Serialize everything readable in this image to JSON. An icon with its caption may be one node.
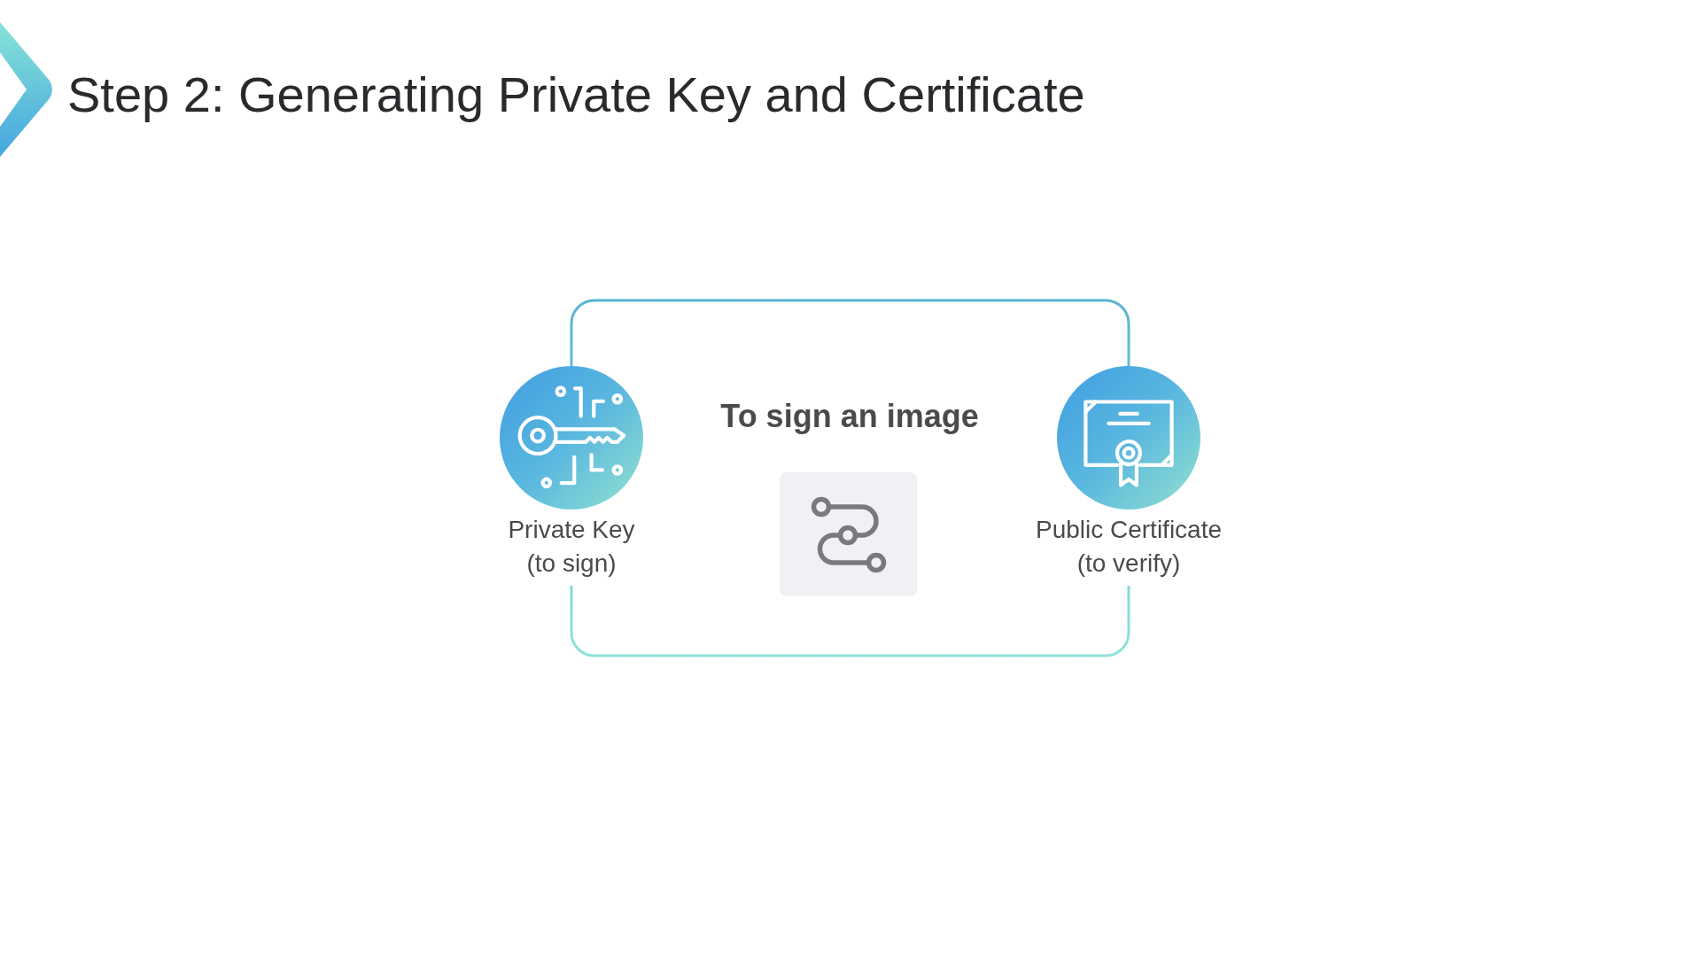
{
  "diagram": {
    "title": "Step 2: Generating Private Key and Certificate",
    "nodes": [
      {
        "text": [
          "Private Key (to sign)"
        ]
      },
      {
        "text": [
          "Public Certificate (to verify)"
        ]
      }
    ],
    "edges": [
      {
        "from": 0,
        "to": 1,
        "arrow": "none"
      },
      {
        "from": 0,
        "to": 1,
        "arrow": "none"
      }
    ],
    "labels": [
      "To sign an image"
    ]
  }
}
